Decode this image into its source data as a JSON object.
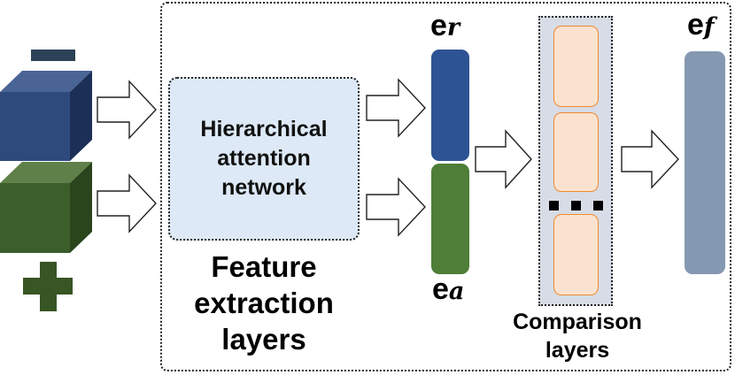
{
  "feature_extraction": {
    "attention_network_label": "Hierarchical\nattention\nnetwork",
    "section_label": "Feature\nextraction\nlayers"
  },
  "comparison": {
    "section_label": "Comparison\nlayers"
  },
  "embeddings": {
    "e_r": {
      "base": "e",
      "sub": "r"
    },
    "e_a": {
      "base": "e",
      "sub": "a"
    },
    "e_f": {
      "base": "e",
      "sub": "f"
    }
  },
  "colors": {
    "blue_cube": "#2e4a7d",
    "green_cube": "#3b5e2b",
    "e_r_bar": "#2e5394",
    "e_a_bar": "#4e7e37",
    "e_f_bar": "#8598b1",
    "attention_fill": "#dde9f6",
    "comparison_fill": "#d7dce6",
    "cell_fill": "#fbe2cf",
    "cell_border": "#f08a2c"
  }
}
